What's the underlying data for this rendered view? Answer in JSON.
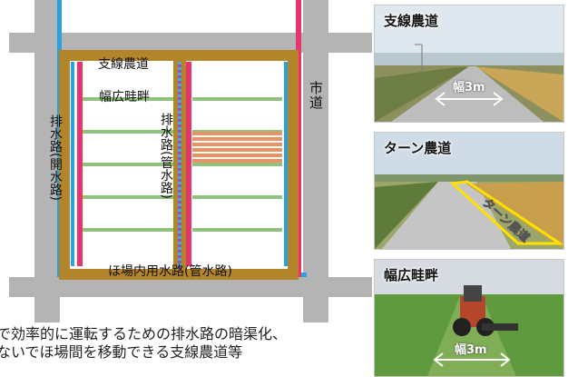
{
  "diagram": {
    "labels": {
      "branch_road": "支線農道",
      "city_road": "市道",
      "wide_ridge": "幅広畦畔",
      "drain_open": "排水路(開水路)",
      "drain_pipe": "排水路(管水路)",
      "irrigation": "ほ場内用水路(管水路)"
    },
    "colors": {
      "road_gray": "#b4b4b4",
      "farm_road_brown": "#b3852b",
      "drain_blue": "#2aa0dc",
      "irrigation_pink": "#e8336d",
      "ridge_green": "#8fc27b",
      "dots_purple": "#8c59a5",
      "stripe_orange": "#ea9266"
    }
  },
  "photos": [
    {
      "title": "支線農道",
      "width_label": "幅3m"
    },
    {
      "title": "ターン農道",
      "badge": "ターン農道"
    },
    {
      "title": "幅広畦畔",
      "width_label": "幅3m"
    }
  ],
  "caption": {
    "line1": "で効率的に運転するための排水路の暗渠化、",
    "line2": "ないでほ場間を移動できる支線農道等"
  }
}
